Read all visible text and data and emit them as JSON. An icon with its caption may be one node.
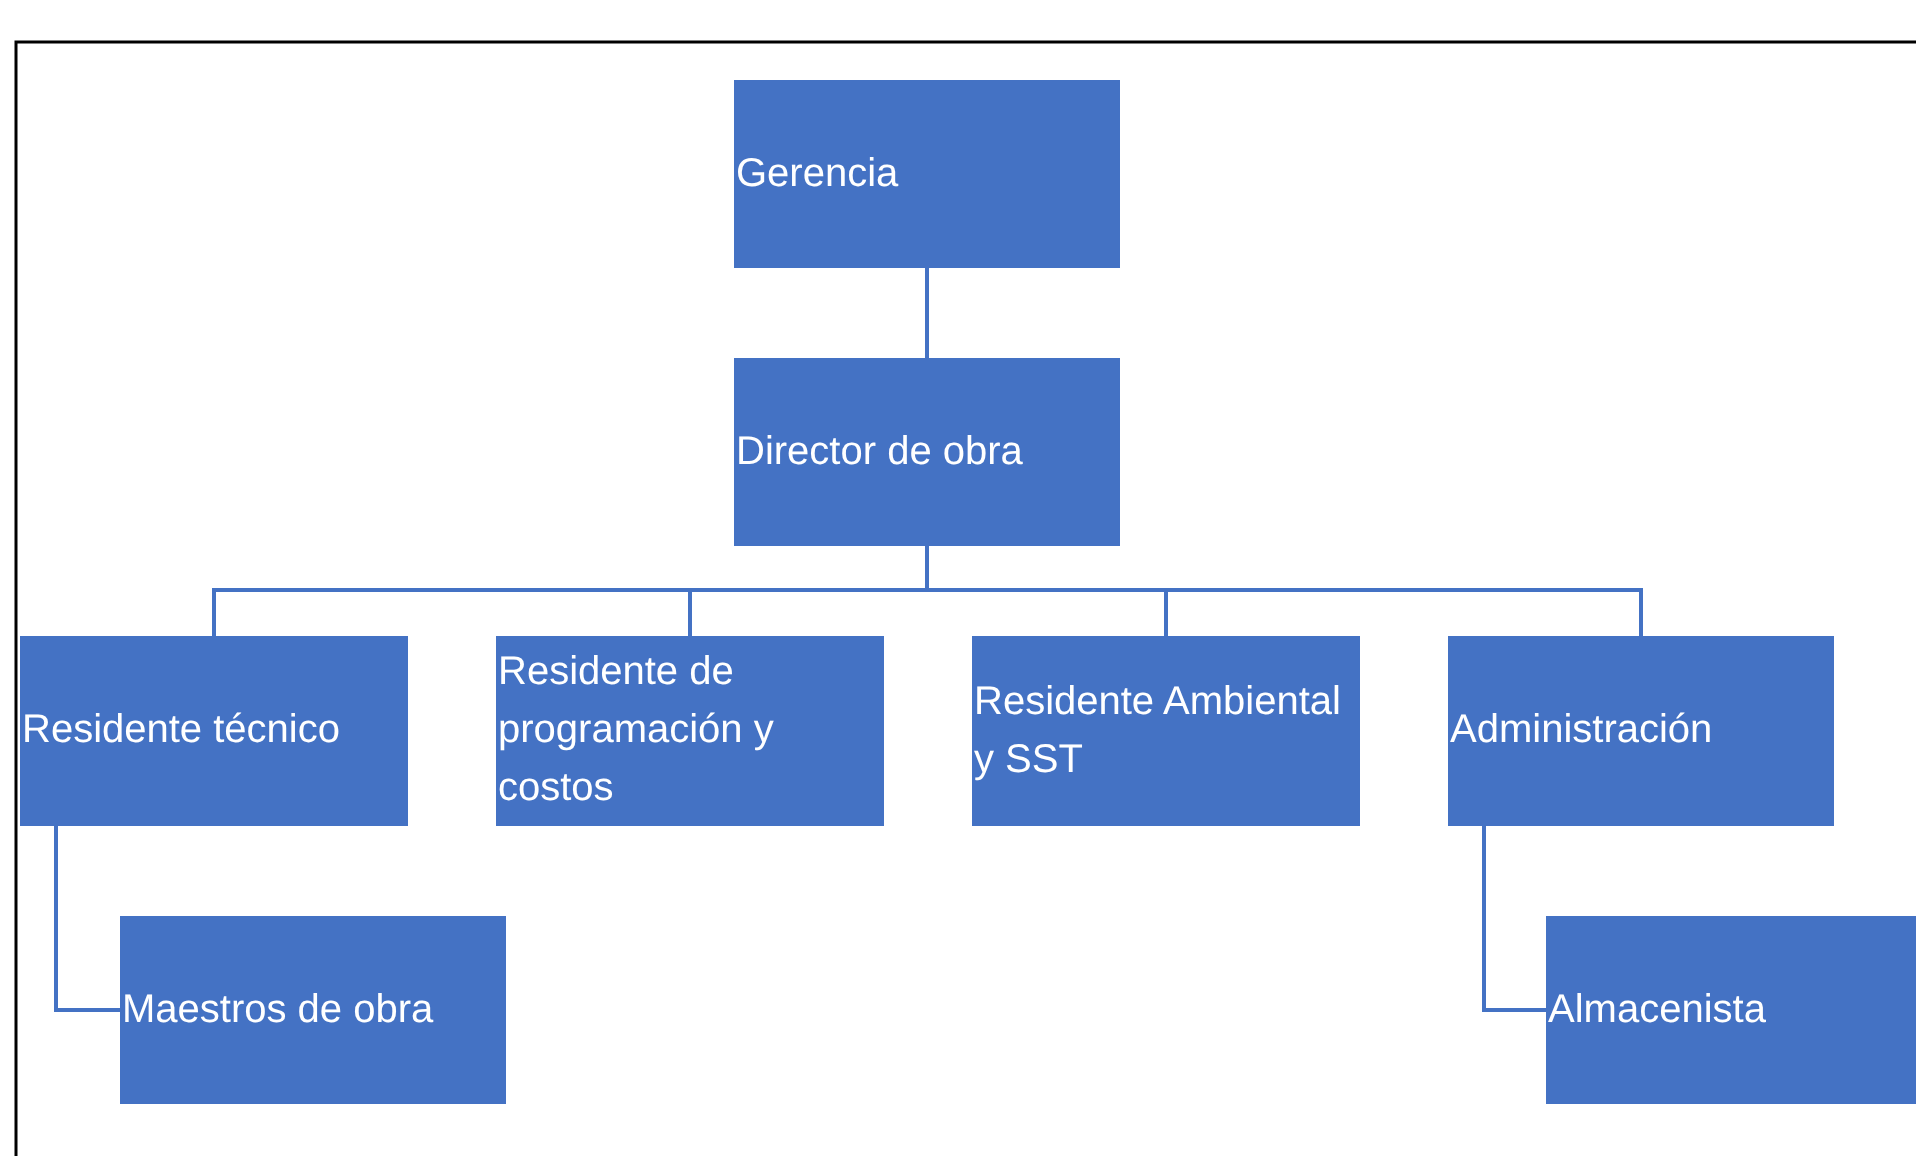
{
  "diagram": {
    "nodes": [
      {
        "text": [
          "Gerencia"
        ]
      },
      {
        "text": [
          "Director de obra"
        ]
      },
      {
        "text": [
          "Residente técnico"
        ]
      },
      {
        "text": [
          "Residente de programación y costos"
        ]
      },
      {
        "text": [
          "Residente Ambiental y SST"
        ]
      },
      {
        "text": [
          "Administración"
        ]
      },
      {
        "text": [
          "Maestros de obra"
        ]
      },
      {
        "text": [
          "Almacenista"
        ]
      }
    ],
    "edges": [
      {
        "from": 0,
        "to": 1,
        "arrow": "none"
      },
      {
        "from": 1,
        "to": 2,
        "arrow": "none"
      },
      {
        "from": 1,
        "to": 3,
        "arrow": "none"
      },
      {
        "from": 1,
        "to": 4,
        "arrow": "none"
      },
      {
        "from": 1,
        "to": 5,
        "arrow": "none"
      },
      {
        "from": 2,
        "to": 6,
        "arrow": "none"
      },
      {
        "from": 5,
        "to": 7,
        "arrow": "none"
      }
    ]
  }
}
